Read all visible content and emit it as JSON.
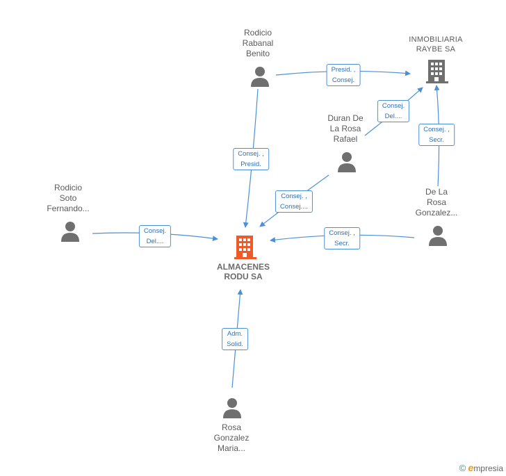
{
  "colors": {
    "edge": "#4a90d9",
    "person": "#6f6f6f",
    "company": "#6f6f6f",
    "main_company": "#f05a28"
  },
  "nodes": {
    "rodicio_rabanal": {
      "lines": [
        "Rodicio",
        "Rabanal",
        "Benito"
      ],
      "icon": "person-icon"
    },
    "inmobiliaria": {
      "lines": [
        "INMOBILIARIA",
        "RAYBE SA"
      ],
      "icon": "building-icon"
    },
    "duran": {
      "lines": [
        "Duran De",
        "La Rosa",
        "Rafael"
      ],
      "icon": "person-icon"
    },
    "rodicio_soto": {
      "lines": [
        "Rodicio",
        "Soto",
        "Fernando..."
      ],
      "icon": "person-icon"
    },
    "de_la_rosa": {
      "lines": [
        "De La",
        "Rosa",
        "Gonzalez..."
      ],
      "icon": "person-icon"
    },
    "almacenes": {
      "lines": [
        "ALMACENES",
        "RODU SA"
      ],
      "icon": "building-icon"
    },
    "rosa_gonzalez": {
      "lines": [
        "Rosa",
        "Gonzalez",
        "Maria..."
      ],
      "icon": "person-icon"
    }
  },
  "relations": {
    "r1": [
      "Presid. ,",
      "Consej."
    ],
    "r2": [
      "Consej.",
      "Del...."
    ],
    "r3": [
      "Consej. ,",
      "Secr."
    ],
    "r4": [
      "Consej. ,",
      "Presid."
    ],
    "r5": [
      "Consej. ,",
      "Consej...."
    ],
    "r6": [
      "Consej.",
      "Del...."
    ],
    "r7": [
      "Consej. ,",
      "Secr."
    ],
    "r8": [
      "Adm.",
      "Solid."
    ]
  },
  "brand": {
    "copyright": "©",
    "name_initial": "e",
    "name_rest": "mpresia"
  }
}
